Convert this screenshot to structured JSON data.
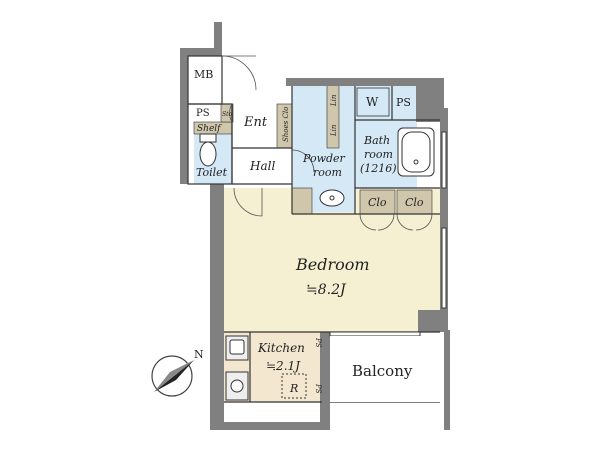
{
  "rooms": {
    "mb": "MB",
    "ps_left": "PS",
    "sto": "Sto",
    "shelf": "Shelf",
    "toilet": "Toilet",
    "ent": "Ent",
    "shoes_clo": "Shoes Clo",
    "lin_top": "Lin",
    "lin_bottom": "Lin",
    "w": "W",
    "ps_right": "PS",
    "bath_line1": "Bath",
    "bath_line2": "room",
    "bath_line3": "(1216)",
    "hall": "Hall",
    "powder_line1": "Powder",
    "powder_line2": "room",
    "clo_left": "Clo",
    "clo_right": "Clo",
    "bedroom": "Bedroom",
    "bedroom_size": "≒8.2J",
    "kitchen": "Kitchen",
    "kitchen_size": "≒2.1J",
    "ps_kitchen_top": "PS",
    "ps_kitchen_bottom": "PS",
    "r": "R",
    "balcony": "Balcony"
  },
  "compass": {
    "north": "N"
  },
  "colors": {
    "wall": "#808080",
    "bedroom_floor": "#f6f0d2",
    "wet_floor": "#d4e8f5",
    "closet": "#cfc6ac",
    "kitchen_floor": "#f3e7d0",
    "line": "#333333"
  }
}
